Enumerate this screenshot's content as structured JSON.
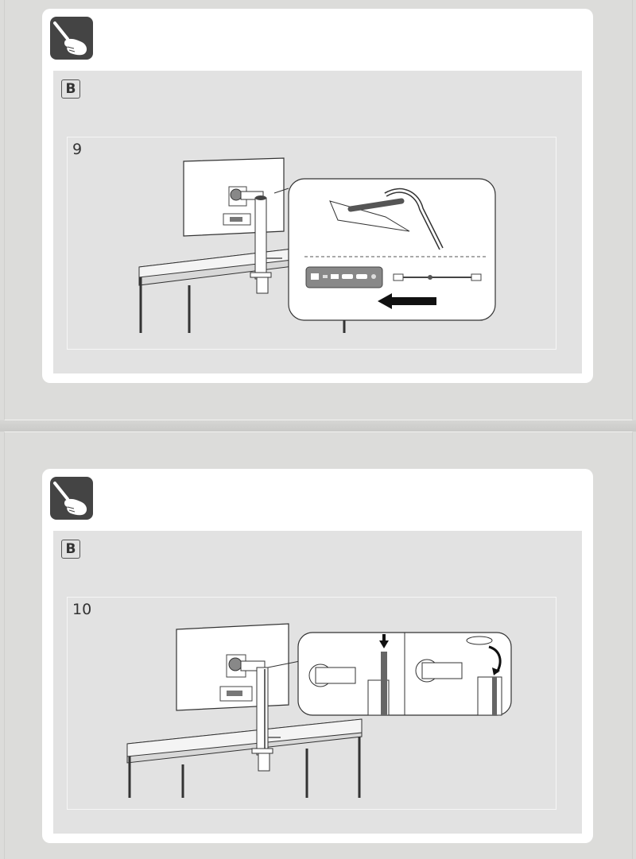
{
  "page": {
    "background": "#dcdcda",
    "card_background": "#ffffff",
    "figure_background": "#e2e2e2",
    "icon_background": "#444444"
  },
  "steps": [
    {
      "tool_icon": "screwdriver-hand-icon",
      "section_badge": "B",
      "step_number": "9",
      "illustration": "Monitor on arm clamped to desk; inset shows cable routed through arm clip, port panel with arrow pointing left and a cable",
      "inset_ports": [
        "lan-port",
        "usb-c-port",
        "usb-port",
        "hdmi-port",
        "hdmi-port",
        "power-port"
      ]
    },
    {
      "tool_icon": "screwdriver-hand-icon",
      "section_badge": "B",
      "step_number": "10",
      "illustration": "Monitor on arm clamped to desk; insets show cable inserted down into pole and cap placed on top of pole"
    }
  ]
}
